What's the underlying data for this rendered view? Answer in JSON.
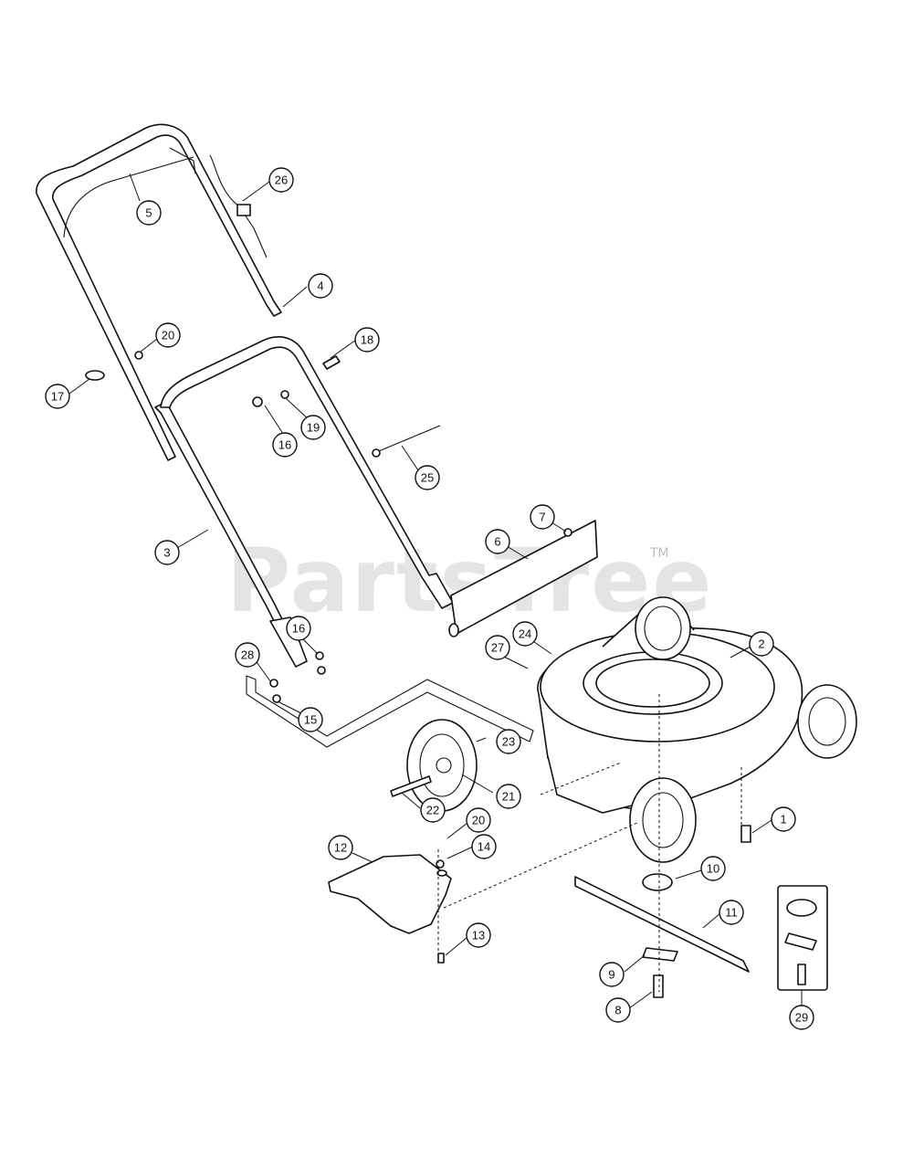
{
  "watermark": {
    "text": "PartsTree",
    "trademark": "TM"
  },
  "callouts": [
    "1",
    "2",
    "3",
    "4",
    "5",
    "6",
    "7",
    "8",
    "9",
    "10",
    "11",
    "12",
    "13",
    "14",
    "15",
    "16",
    "16",
    "17",
    "18",
    "19",
    "20",
    "20",
    "21",
    "22",
    "23",
    "24",
    "25",
    "26",
    "27",
    "28",
    "29"
  ]
}
